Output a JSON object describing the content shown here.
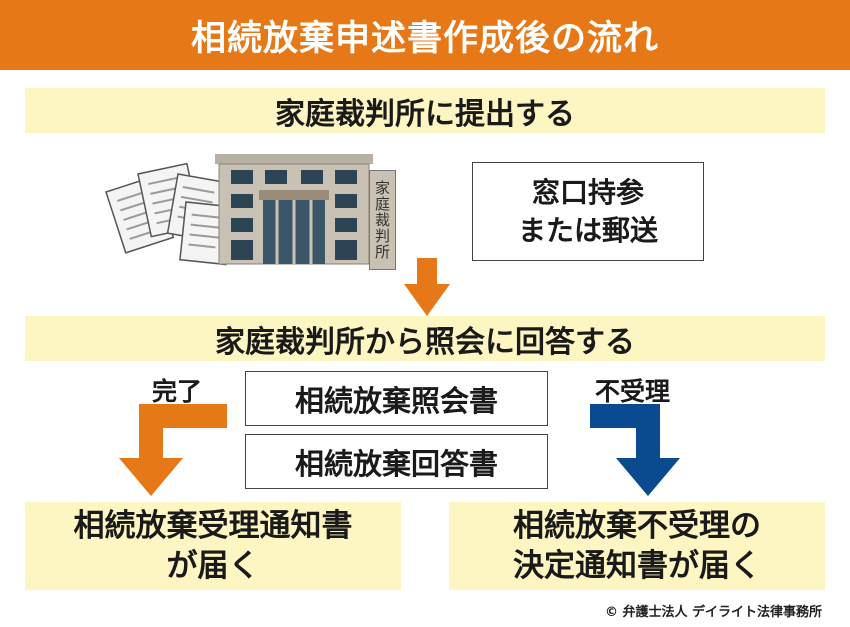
{
  "title": "相続放棄申述書作成後の流れ",
  "step1": "家庭裁判所に提出する",
  "court_sign": "家庭裁判所",
  "submit_method": {
    "line1": "窓口持参",
    "line2": "または郵送"
  },
  "step2": "家庭裁判所から照会に回答する",
  "documents": [
    "相続放棄照会書",
    "相続放棄回答書"
  ],
  "outcome_left": {
    "label": "完了",
    "line1": "相続放棄受理通知書",
    "line2": "が届く"
  },
  "outcome_right": {
    "label": "不受理",
    "line1": "相続放棄不受理の",
    "line2": "決定通知書が届く"
  },
  "copyright": "© 弁護士法人 デイライト法律事務所",
  "colors": {
    "orange": "#e67817",
    "blue": "#0a4a8e",
    "band": "#fdf5c2"
  }
}
